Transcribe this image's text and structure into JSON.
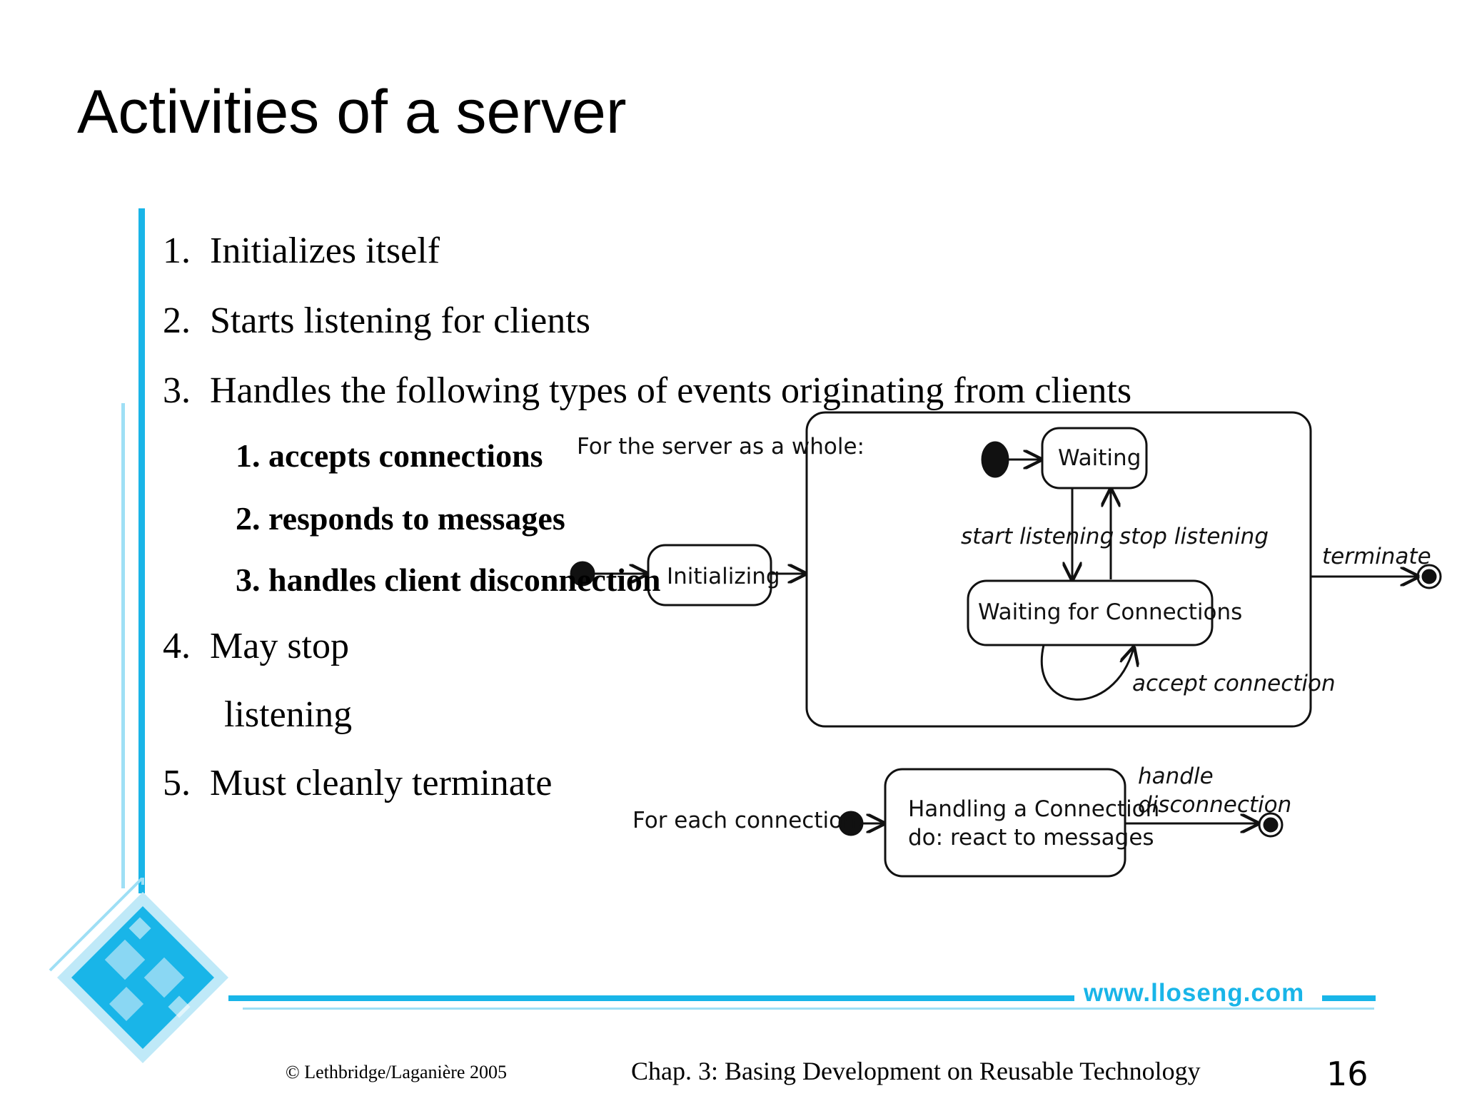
{
  "slide": {
    "title": "Activities of a server",
    "items": [
      {
        "num": "1.",
        "text": "Initializes itself"
      },
      {
        "num": "2.",
        "text": "Starts listening for clients"
      },
      {
        "num": "3.",
        "text": "Handles the following types of events originating from clients"
      },
      {
        "num": "4.",
        "text": "May stop"
      },
      {
        "num": "5.",
        "text": "Must cleanly terminate"
      }
    ],
    "item4_continuation": "listening",
    "subitems": [
      "1. accepts connections",
      "2. responds to messages",
      "3. handles client disconnection"
    ]
  },
  "diagram": {
    "server_label": "For the server as a whole:",
    "initializing": "Initializing",
    "waiting": "Waiting",
    "start_listening": "start listening",
    "stop_listening": "stop listening",
    "waiting_for_connections": "Waiting for Connections",
    "accept_connection": "accept connection",
    "terminate": "terminate",
    "connection_label": "For each connection:",
    "handling_line1": "Handling a Connection",
    "handling_line2": "do:  react to messages",
    "handle_disconnection_line1": "handle",
    "handle_disconnection_line2": "disconnection"
  },
  "footer": {
    "copyright": "© Lethbridge/Laganière 2005",
    "chapter": "Chap. 3: Basing Development on Reusable Technology",
    "page": "16",
    "url": "www.lloseng.com"
  },
  "colors": {
    "accent": "#19b5e8",
    "accent_light": "#9edff5"
  }
}
